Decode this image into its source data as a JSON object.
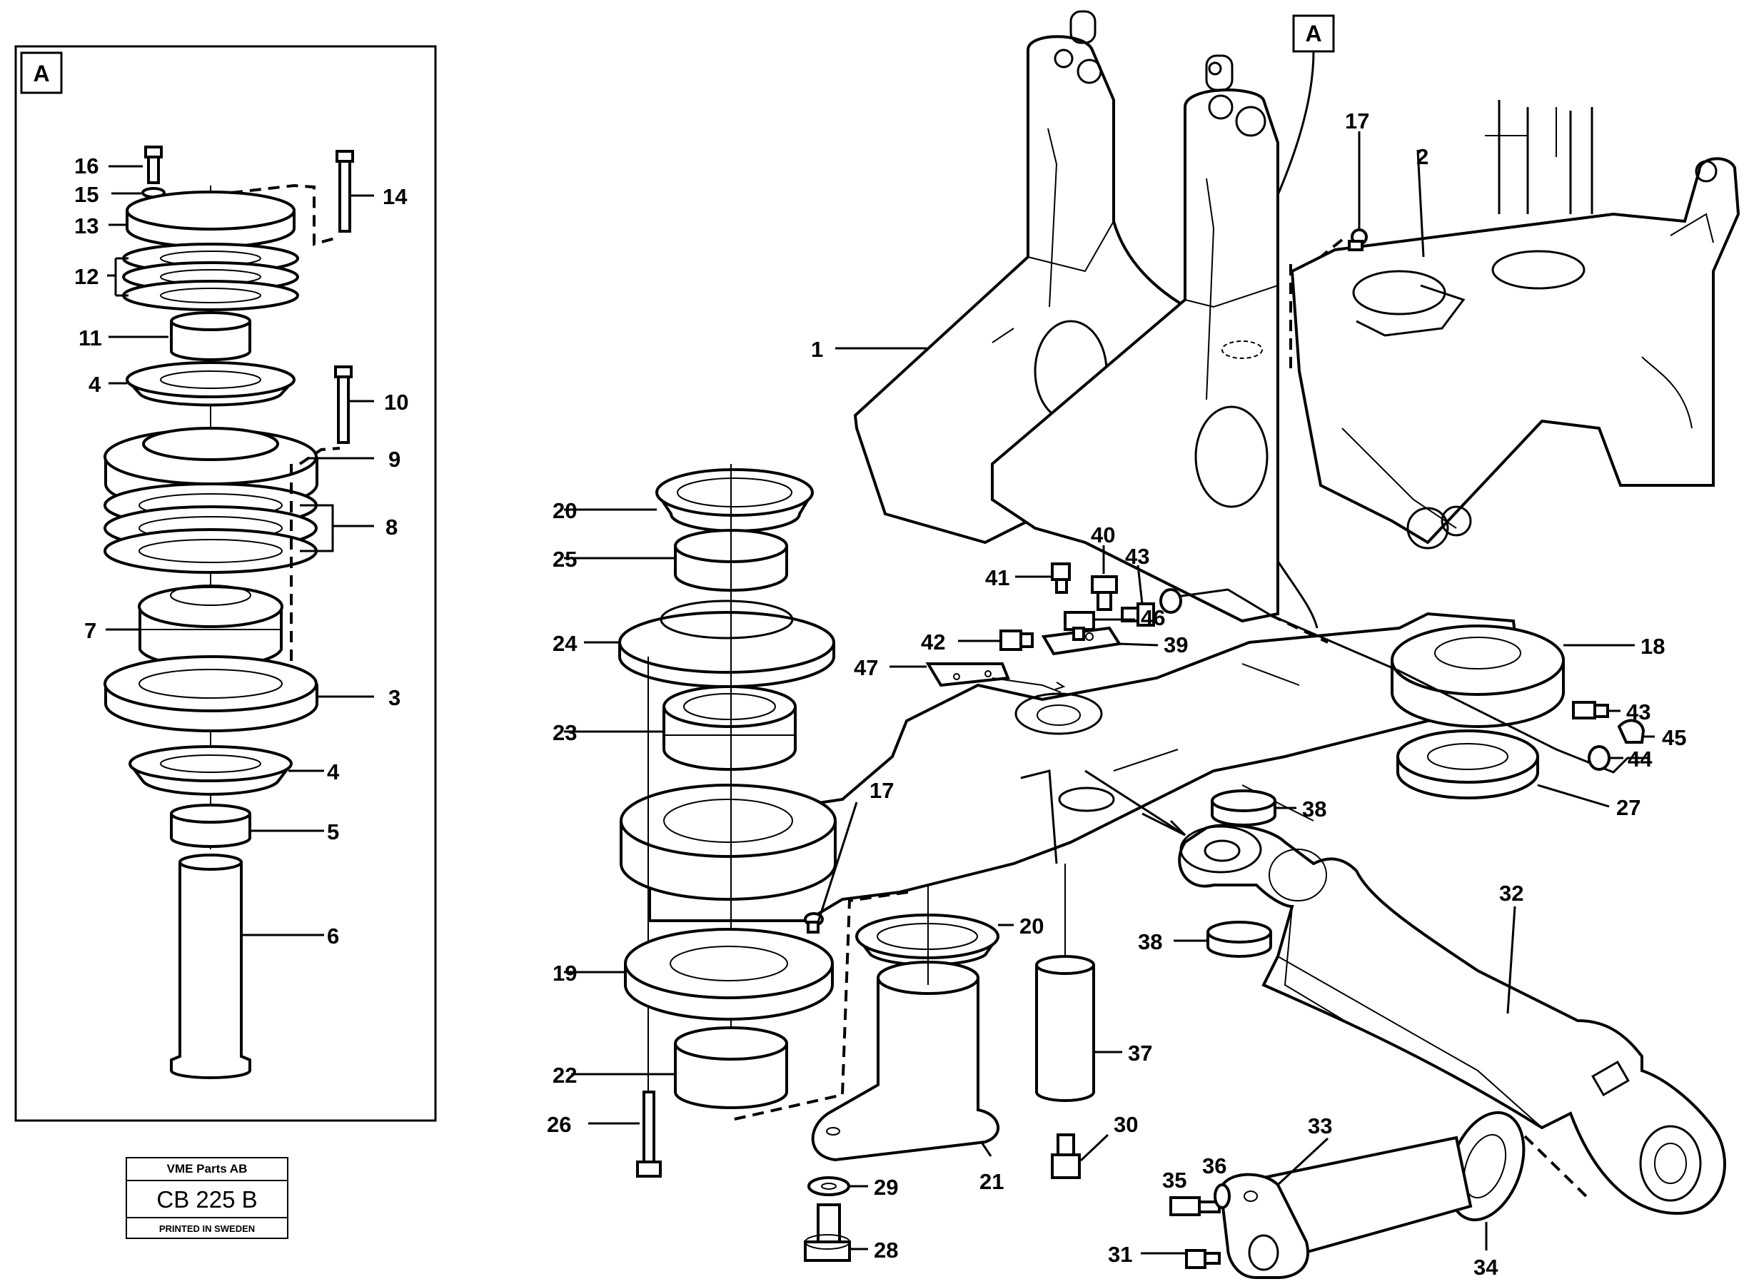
{
  "detail_box_letter": "A",
  "section_marker_letter": "A",
  "info_block": {
    "company": "VME Parts AB",
    "code": "CB 225 B",
    "printed": "PRINTED IN SWEDEN"
  },
  "labels": {
    "d16": "16",
    "d15": "15",
    "d14": "14",
    "d13": "13",
    "d12": "12",
    "d11": "11",
    "d4a": "4",
    "d10": "10",
    "d9": "9",
    "d8": "8",
    "d7": "7",
    "d3": "3",
    "d4b": "4",
    "d5": "5",
    "d6": "6",
    "m1": "1",
    "m2": "2",
    "m17a": "17",
    "m17b": "17",
    "m18": "18",
    "m19": "19",
    "m20a": "20",
    "m20b": "20",
    "m21": "21",
    "m22": "22",
    "m23": "23",
    "m24": "24",
    "m25": "25",
    "m26": "26",
    "m27": "27",
    "m28": "28",
    "m29": "29",
    "m30": "30",
    "m31": "31",
    "m32": "32",
    "m33": "33",
    "m34": "34",
    "m35": "35",
    "m36": "36",
    "m37": "37",
    "m38a": "38",
    "m38b": "38",
    "m39": "39",
    "m40": "40",
    "m41": "41",
    "m42": "42",
    "m43a": "43",
    "m43b": "43",
    "m44": "44",
    "m45": "45",
    "m46": "46",
    "m47": "47"
  }
}
